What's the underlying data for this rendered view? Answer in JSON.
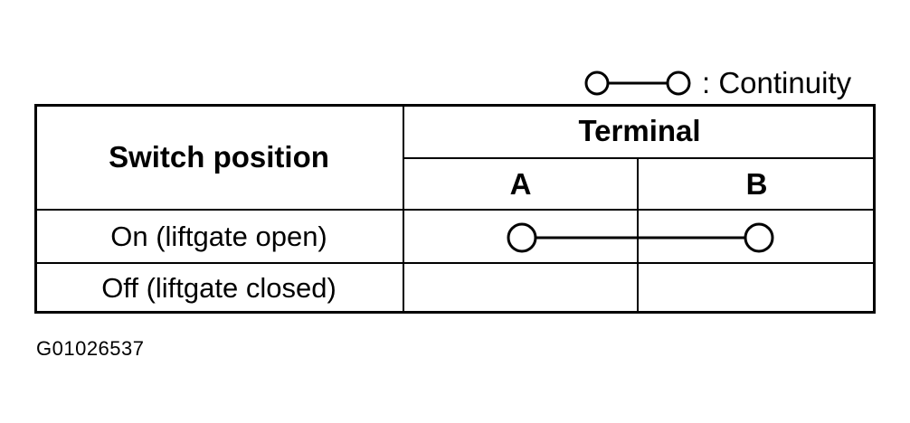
{
  "legend": {
    "symbol": "continuity-symbol",
    "text": ": Continuity"
  },
  "table": {
    "header": {
      "switch_position": "Switch position",
      "terminal": "Terminal",
      "terminals": [
        "A",
        "B"
      ]
    },
    "rows": [
      {
        "position": "On (liftgate open)",
        "continuity": [
          "A",
          "B"
        ]
      },
      {
        "position": "Off (liftgate closed)",
        "continuity": []
      }
    ]
  },
  "figure_code": "G01026537"
}
